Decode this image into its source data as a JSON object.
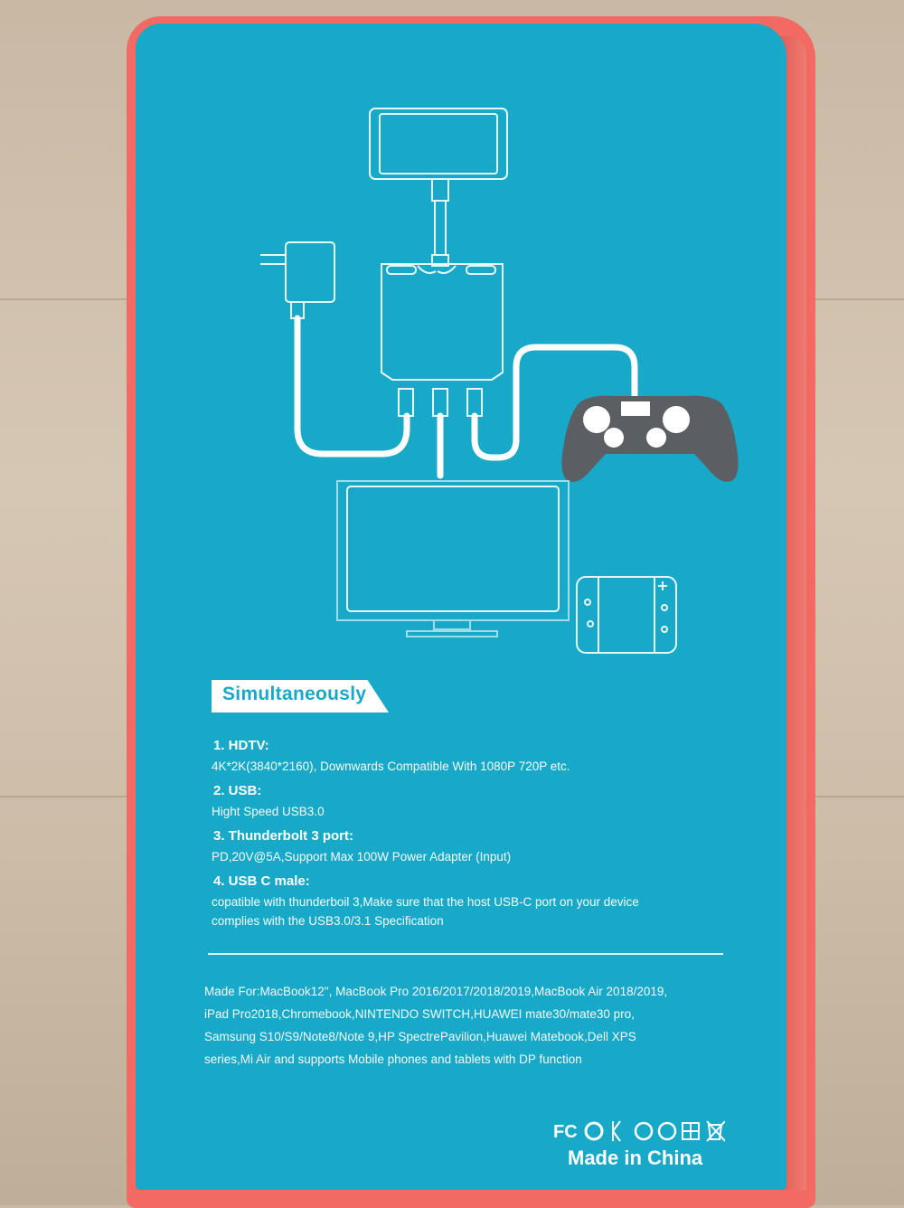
{
  "packaging": {
    "tag_label": "Simultaneously",
    "specs": [
      {
        "heading": "1.  HDTV:",
        "lines": [
          "4K*2K(3840*2160), Downwards Compatible With 1080P 720P etc."
        ]
      },
      {
        "heading": "2.  USB:",
        "lines": [
          "Hight Speed USB3.0"
        ]
      },
      {
        "heading": "3.  Thunderbolt 3 port:",
        "lines": [
          "PD,20V@5A,Support Max 100W Power Adapter (Input)"
        ]
      },
      {
        "heading": "4.  USB C male:",
        "lines": [
          "copatible with thunderboil 3,Make sure that the host USB-C port  on your device",
          "complies with the USB3.0/3.1 Specification"
        ]
      }
    ],
    "made_for_lines": [
      "Made For:MacBook12\", MacBook Pro 2016/2017/2018/2019,MacBook Air  2018/2019,",
      "iPad Pro2018,Chromebook,NINTENDO SWITCH,HUAWEI mate30/mate30 pro,",
      "Samsung S10/S9/Note8/Note 9,HP SpectrePavilion,Huawei Matebook,Dell XPS",
      "series,Mi Air and supports Mobile phones and tablets with DP function"
    ],
    "cert_marks": "FC",
    "made_in": "Made in China",
    "colors": {
      "panel": "#19a9c8",
      "box": "#f26a63",
      "line": "#ffffff",
      "controller": "#5b5f63"
    },
    "icons": [
      "phone-icon",
      "plug-adapter-icon",
      "hub-icon",
      "gamepad-icon",
      "tv-icon",
      "switch-console-icon",
      "fc-mark-icon",
      "ce-mark-icon",
      "recycle-icon",
      "weee-bin-icon"
    ]
  }
}
